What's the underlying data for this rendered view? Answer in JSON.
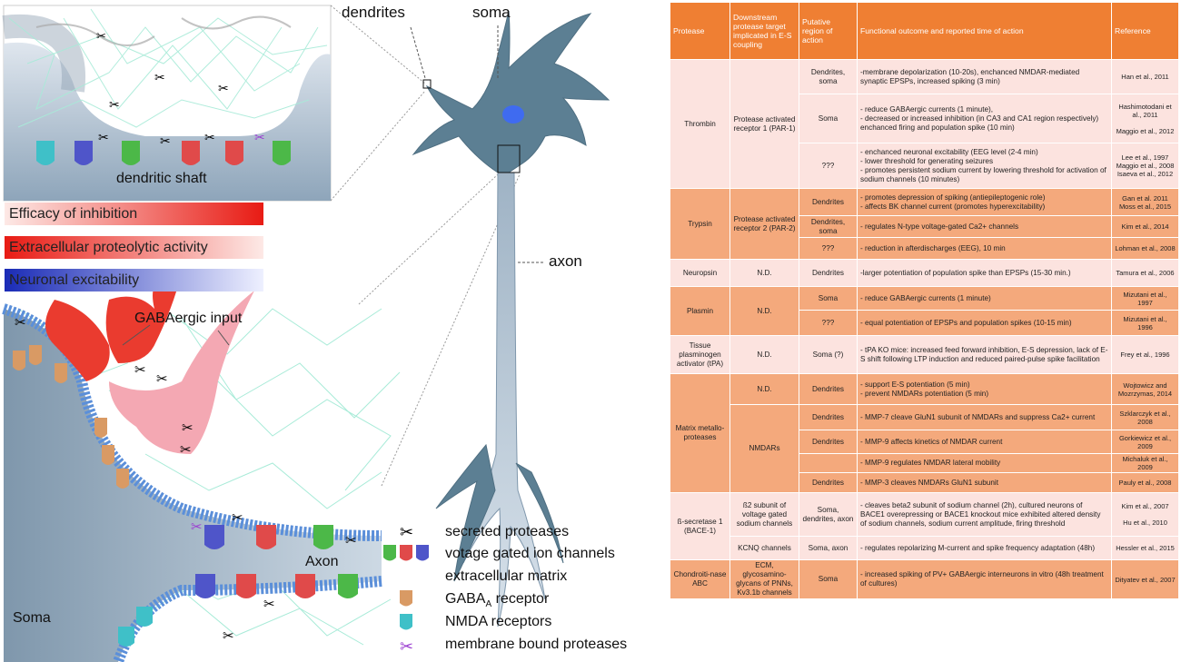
{
  "diagram": {
    "labels": {
      "dendrites": "dendrites",
      "soma_top": "soma",
      "axon_arrow": "axon",
      "dendritic_shaft": "dendritic shaft",
      "gabaergic_input": "GABAergic input",
      "axon": "Axon",
      "soma_bottom": "Soma"
    },
    "gradient_bars": [
      {
        "label": "Efficacy of inhibition",
        "color": "#e8201a"
      },
      {
        "label": "Extracellular proteolytic activity",
        "color": "#e8201a"
      },
      {
        "label": "Neuronal excitability",
        "color": "#1f2bb8"
      }
    ],
    "legend": [
      {
        "icon": "scissors-icon",
        "label": "secreted proteases"
      },
      {
        "icon": "ion-channels-icon",
        "label": "votage gated ion channels"
      },
      {
        "icon": "matrix-icon",
        "label": "extracellular matrix"
      },
      {
        "icon": "gaba-receptor-icon",
        "label": "GABA",
        "sub": "A",
        "suffix": " receptor"
      },
      {
        "icon": "nmda-receptor-icon",
        "label": "NMDA receptors"
      },
      {
        "icon": "purple-scissors-icon",
        "label": "membrane bound proteases"
      }
    ],
    "colors": {
      "membrane": "#5b8fd9",
      "channel_green": "#4cb848",
      "channel_red": "#e04a4a",
      "channel_blue": "#4f55c9",
      "gaba_receptor": "#d99a64",
      "nmda_receptor": "#3fc0c8",
      "matrix": "#9fe6d4",
      "neuron": "#5c7f93"
    }
  },
  "table": {
    "headers": [
      "Protease",
      "Downstream protease target implicated in E-S coupling",
      "Putative region of action",
      "Functional outcome and reported time of action",
      "Reference"
    ],
    "rows": [
      {
        "shade": "pink",
        "protease": "Thrombin",
        "protease_rowspan": 3,
        "target": "Protease activated receptor 1 (PAR-1)",
        "target_rowspan": 3,
        "region": "Dendrites, soma",
        "outcome": "-membrane depolarization (10-20s), enchanced NMDAR-mediated synaptic EPSPs, increased spiking (3 min)",
        "reference": "Han et al., 2011"
      },
      {
        "shade": "pink",
        "region": "Soma",
        "outcome": "- reduce GABAergic currents (1 minute),\n- decreased or increased inhibition (in CA3 and CA1 region respectively) enchanced firing and population spike (10 min)",
        "reference": "Hashimotodani et al., 2011\n\nMaggio et al., 2012"
      },
      {
        "shade": "pink",
        "region": "???",
        "outcome": "- enchanced neuronal excitability (EEG level (2-4 min)\n- lower threshold for generating seizures\n- promotes  persistent sodium current by lowering     threshold for activation of sodium channels (10 minutes)",
        "reference": "Lee et al., 1997\nMaggio et al., 2008\nIsaeva et al., 2012"
      },
      {
        "shade": "orange",
        "protease": "Trypsin",
        "protease_rowspan": 3,
        "target": "Protease activated receptor 2 (PAR-2)",
        "target_rowspan": 3,
        "region": "Dendrites",
        "outcome": "- promotes depression of spiking (antiepileptogenic role)\n- affects BK channel current (promotes hyperexcitability)",
        "reference": "Gan et al. 2011\nMoss et al., 2015"
      },
      {
        "shade": "orange",
        "region": "Dendrites, soma",
        "outcome": "- regulates N-type voltage-gated Ca2+ channels",
        "reference": "Kim et al., 2014"
      },
      {
        "shade": "orange",
        "region": "???",
        "outcome": "- reduction in afterdischarges (EEG), 10 min",
        "reference": "Lohman et al., 2008"
      },
      {
        "shade": "pink",
        "protease": "Neuropsin",
        "protease_rowspan": 1,
        "target": "N.D.",
        "target_rowspan": 1,
        "region": "Dendrites",
        "outcome": "-larger potentiation of population spike than EPSPs (15-30 min.)",
        "reference": "Tamura et al., 2006"
      },
      {
        "shade": "orange",
        "protease": "Plasmin",
        "protease_rowspan": 2,
        "target": "N.D.",
        "target_rowspan": 2,
        "region": "Soma",
        "outcome": "- reduce GABAergic currents (1 minute)",
        "reference": "Mizutani et al., 1997"
      },
      {
        "shade": "orange",
        "region": "???",
        "outcome": "- equal potentiation of EPSPs and population spikes (10-15 min)",
        "reference": "Mizutani et al., 1996"
      },
      {
        "shade": "pink",
        "protease": "Tissue plasminogen activator (tPA)",
        "protease_rowspan": 1,
        "target": "N.D.",
        "target_rowspan": 1,
        "region": "Soma (?)",
        "outcome": "- tPA KO mice: increased feed forward inhibition, E-S depression, lack of E-S shift following LTP induction and reduced paired-pulse spike facilitation",
        "reference": "Frey et al., 1996"
      },
      {
        "shade": "orange",
        "protease": "Matrix metallo-proteases",
        "protease_rowspan": 5,
        "target": "N.D.",
        "target_rowspan": 1,
        "region": "Dendrites",
        "outcome": "- support E-S potentiation (5 min)\n- prevent NMDARs potentiation (5 min)",
        "reference": "Wojtowicz and Mozrzymas, 2014"
      },
      {
        "shade": "orange",
        "target": "NMDARs",
        "target_rowspan": 4,
        "region": "Dendrites",
        "outcome": "- MMP-7 cleave GluN1 subunit of NMDARs and suppress Ca2+ current",
        "reference": "Szklarczyk et al., 2008"
      },
      {
        "shade": "orange",
        "region": "Dendrites",
        "outcome": "- MMP-9 affects kinetics of NMDAR current",
        "reference": "Gorkiewicz et al., 2009"
      },
      {
        "shade": "orange",
        "region": "",
        "outcome": "- MMP-9 regulates NMDAR lateral mobility",
        "reference": "Michaluk et al., 2009"
      },
      {
        "shade": "orange",
        "region": "Dendrites",
        "outcome": "- MMP-3 cleaves NMDARs GluN1 subunit",
        "reference": "Pauly et al., 2008"
      },
      {
        "shade": "pink",
        "protease": "ß-secretase 1 (BACE-1)",
        "protease_rowspan": 2,
        "target": "ß2 subunit of voltage gated sodium channels",
        "target_rowspan": 1,
        "region": "Soma, dendrites, axon",
        "outcome": "- cleaves beta2 subunit of sodium channel (2h), cultured neurons of BACE1 overepressing or BACE1 knockout mice exhibited altered density of sodium channels, sodium current amplitude, firing threshold",
        "reference": "Kim et al., 2007\n\nHu et al., 2010"
      },
      {
        "shade": "pink",
        "target": "KCNQ channels",
        "target_rowspan": 1,
        "region": "Soma, axon",
        "outcome": "- regulates repolarizing M-current and spike frequency adaptation (48h)",
        "reference": "Hessler et al., 2015"
      },
      {
        "shade": "orange",
        "protease": "Chondroiti-nase ABC",
        "protease_rowspan": 1,
        "target": "ECM, glycosamino-glycans of PNNs, Kv3.1b channels",
        "target_rowspan": 1,
        "region": "Soma",
        "outcome": "- increased spiking of PV+ GABAergic interneurons in vitro (48h treatment of cultures)",
        "reference": "Dityatev et al., 2007"
      }
    ]
  }
}
